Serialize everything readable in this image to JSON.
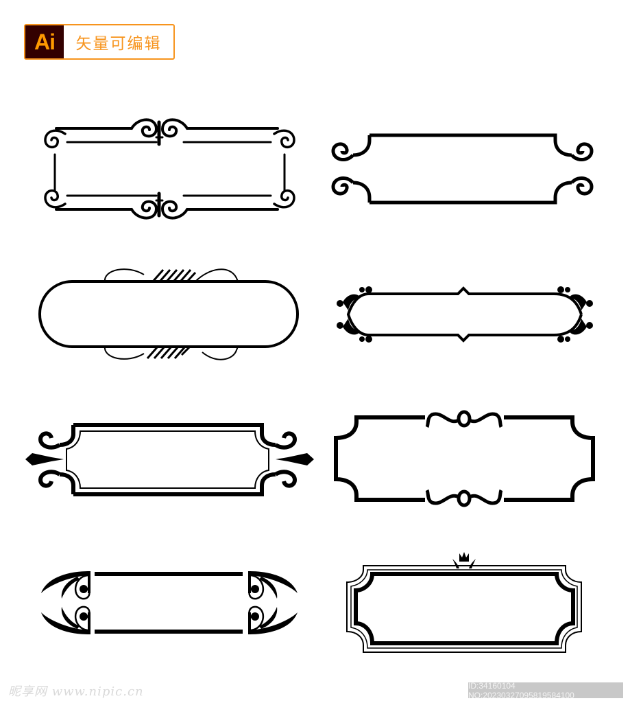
{
  "badge": {
    "logo_text": "Ai",
    "label": "矢量可编辑",
    "border_color": "#f7941d",
    "logo_bg": "#330000",
    "logo_color": "#ff9a00"
  },
  "frames": [
    {
      "id": "frame-1",
      "style": "spiral-corners-double-line",
      "position": "row-1-left"
    },
    {
      "id": "frame-2",
      "style": "scroll-corners-notched",
      "position": "row-1-right"
    },
    {
      "id": "frame-3",
      "style": "rounded-pill-with-rope-flourish",
      "position": "row-2-left"
    },
    {
      "id": "frame-4",
      "style": "floral-corners-diamond-notch",
      "position": "row-2-right"
    },
    {
      "id": "frame-5",
      "style": "double-notched-with-fleur-ends",
      "position": "row-3-left"
    },
    {
      "id": "frame-6",
      "style": "concave-corners-with-ribbon-knots",
      "position": "row-3-right"
    },
    {
      "id": "frame-7",
      "style": "open-bars-with-curl-ends",
      "position": "row-4-left"
    },
    {
      "id": "frame-8",
      "style": "triple-line-concave-with-crown",
      "position": "row-4-right"
    }
  ],
  "footer": {
    "watermark_left": "昵享网 www.nipic.cn",
    "watermark_right": "ID:34160104 NO:20230327095819584100"
  }
}
